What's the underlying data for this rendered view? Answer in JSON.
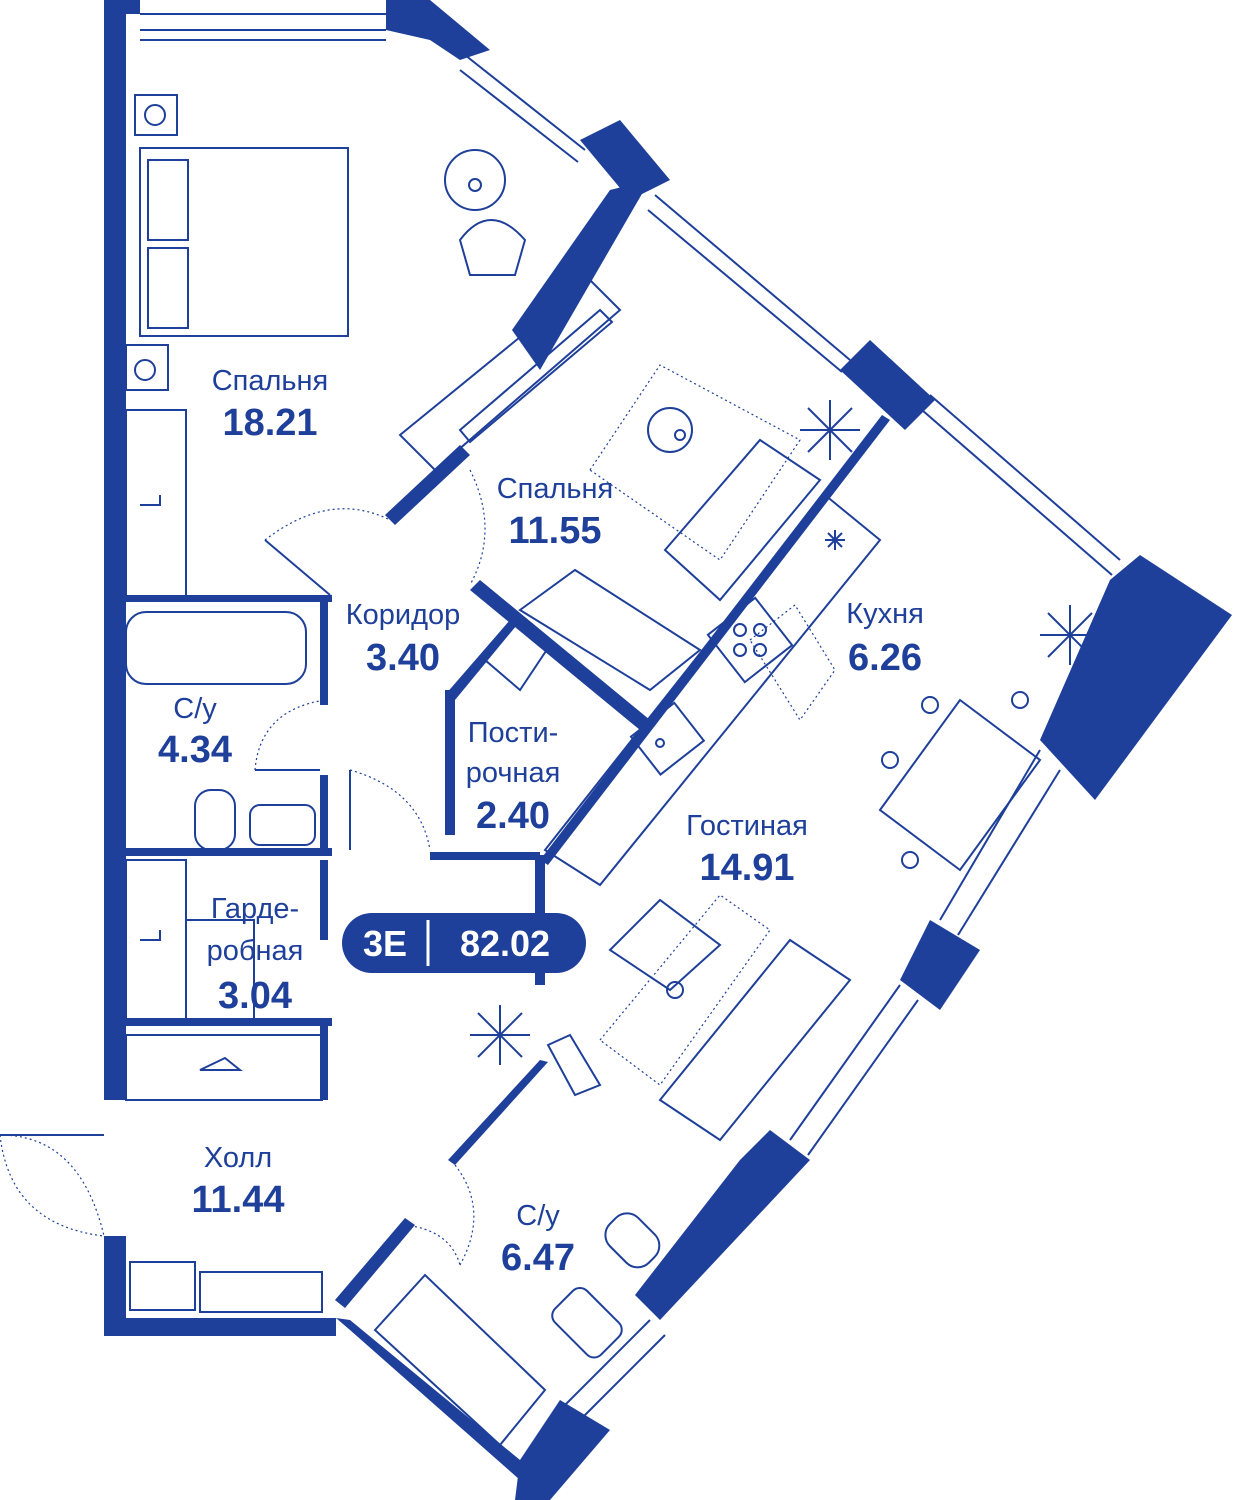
{
  "colors": {
    "plan": "#1e3f9a",
    "background": "#ffffff"
  },
  "badge": {
    "type": "3Е",
    "total_area": "82.02"
  },
  "rooms": [
    {
      "name": "Спальня",
      "area": "18.21"
    },
    {
      "name": "Спальня",
      "area": "11.55"
    },
    {
      "name": "Коридор",
      "area": "3.40"
    },
    {
      "name": "Кухня",
      "area": "6.26"
    },
    {
      "name": "С/у",
      "area": "4.34"
    },
    {
      "name_line1": "Пости-",
      "name_line2": "рочная",
      "area": "2.40"
    },
    {
      "name": "Гостиная",
      "area": "14.91"
    },
    {
      "name_line1": "Гарде-",
      "name_line2": "робная",
      "area": "3.04"
    },
    {
      "name": "Холл",
      "area": "11.44"
    },
    {
      "name": "С/у",
      "area": "6.47"
    }
  ]
}
